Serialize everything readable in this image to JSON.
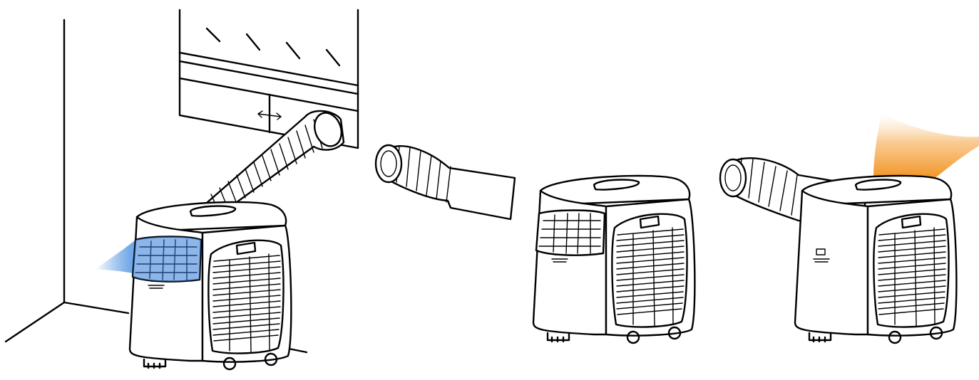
{
  "scene": {
    "units": [
      "installed",
      "standalone",
      "hot-exhaust"
    ],
    "cool_air_color": "#3a7fd0",
    "hot_air_color": "#f29a1c",
    "line_color": "#000000",
    "background": "#ffffff"
  }
}
